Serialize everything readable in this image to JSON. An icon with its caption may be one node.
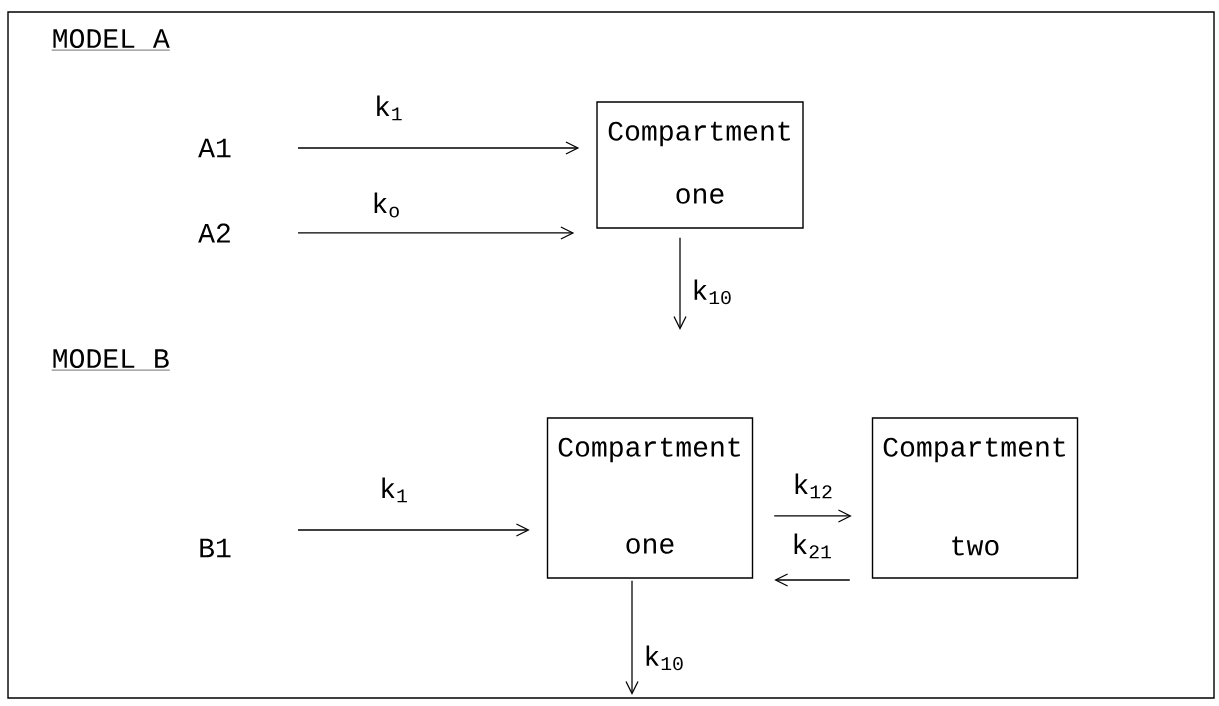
{
  "diagram": {
    "nodes": [
      {
        "text": [
          "A1"
        ]
      },
      {
        "text": [
          "A2"
        ]
      },
      {
        "text": [
          "Compartment",
          "one"
        ]
      },
      {
        "text": [
          "B1"
        ]
      },
      {
        "text": [
          "Compartment",
          "one"
        ]
      },
      {
        "text": [
          "Compartment",
          "two"
        ]
      }
    ],
    "edges": [
      {
        "from": 0,
        "to": 2,
        "arrow": "to",
        "label": "k$_{1}$"
      },
      {
        "from": 1,
        "to": 2,
        "arrow": "to",
        "label": "k$_{o}$"
      },
      {
        "from": 2,
        "to": null,
        "arrow": "to",
        "label": "k$_{10}$"
      },
      {
        "from": 3,
        "to": 4,
        "arrow": "to",
        "label": "k$_{1}$"
      },
      {
        "from": 4,
        "to": 5,
        "arrow": "to",
        "label": "k$_{12}$"
      },
      {
        "from": 5,
        "to": 4,
        "arrow": "to",
        "label": "k$_{21}$"
      },
      {
        "from": 4,
        "to": null,
        "arrow": "to",
        "label": "k$_{10}$"
      }
    ],
    "labels": [
      "MODEL A",
      "MODEL B"
    ]
  }
}
